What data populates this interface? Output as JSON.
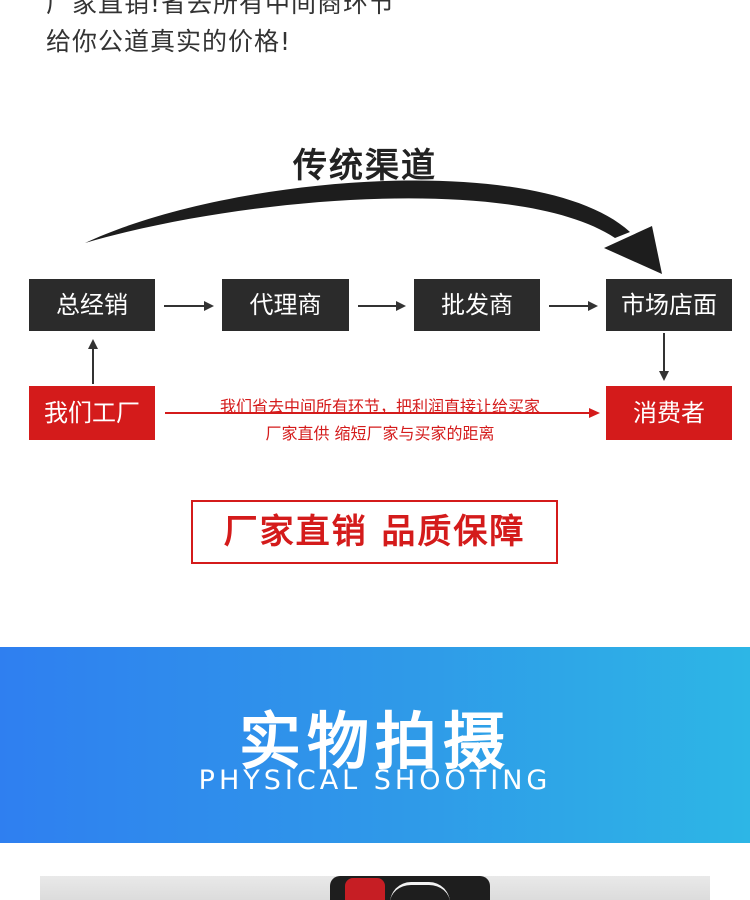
{
  "intro": {
    "line1": "厂家直销!省去所有中间商环节",
    "line2": "给你公道真实的价格!"
  },
  "traditional_channel": {
    "title": "传统渠道",
    "nodes": [
      "总经销",
      "代理商",
      "批发商",
      "市场店面"
    ]
  },
  "direct": {
    "factory": "我们工厂",
    "consumer": "消费者",
    "note_line1": "我们省去中间所有环节，把利润直接让给买家",
    "note_line2": "厂家直供 缩短厂家与买家的距离"
  },
  "slogan": "厂家直销 品质保障",
  "banner": {
    "title": "实物拍摄",
    "subtitle": "PHYSICAL SHOOTING"
  },
  "colors": {
    "accent_red": "#d41b1b",
    "node_dark": "#2b2b2b",
    "banner_start": "#2f7ff0",
    "banner_end": "#2db6e6"
  }
}
